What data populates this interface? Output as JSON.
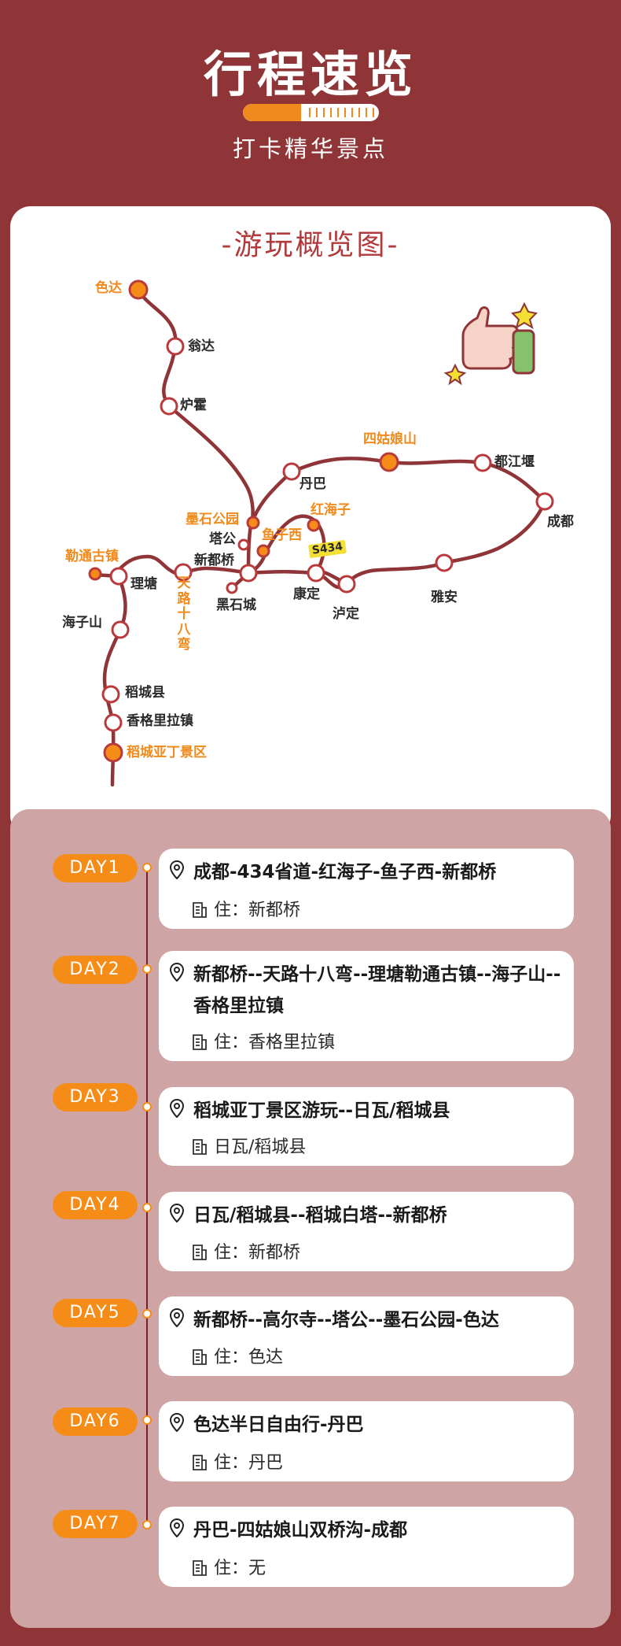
{
  "header": {
    "title": "行程速览",
    "subtitle": "打卡精华景点"
  },
  "map": {
    "title": "-游玩概览图-",
    "road_badge": "S434",
    "places": {
      "seda": "色达",
      "wengda": "翁达",
      "luhuo": "炉霍",
      "siguniang": "四姑娘山",
      "dujiangyan": "都江堰",
      "chengdu": "成都",
      "danba": "丹巴",
      "moshi_park": "墨石公园",
      "honghaizi": "红海子",
      "tagong": "塔公",
      "yuzixi": "鱼子西",
      "xinduqiao": "新都桥",
      "heishicheng": "黑石城",
      "kangding": "康定",
      "luding": "泸定",
      "yaan": "雅安",
      "letong": "勒通古镇",
      "litang": "理塘",
      "tianlu": "天路十八弯",
      "haizishan": "海子山",
      "daocheng": "稻城县",
      "shangrila": "香格里拉镇",
      "yading": "稻城亚丁景区"
    }
  },
  "itinerary": [
    {
      "day": "DAY1",
      "route": "成都-434省道-红海子-鱼子西-新都桥",
      "stay": "住：新都桥"
    },
    {
      "day": "DAY2",
      "route": "新都桥--天路十八弯--理塘勒通古镇--海子山--香格里拉镇",
      "stay": "住：香格里拉镇"
    },
    {
      "day": "DAY3",
      "route": "稻城亚丁景区游玩--日瓦/稻城县",
      "stay": "日瓦/稻城县"
    },
    {
      "day": "DAY4",
      "route": "日瓦/稻城县--稻城白塔--新都桥",
      "stay": "住：新都桥"
    },
    {
      "day": "DAY5",
      "route": "新都桥--高尔寺--塔公--墨石公园-色达",
      "stay": "住：色达"
    },
    {
      "day": "DAY6",
      "route": "色达半日自由行-丹巴",
      "stay": "住：丹巴"
    },
    {
      "day": "DAY7",
      "route": "丹巴-四姑娘山双桥沟-成都",
      "stay": "住：无"
    }
  ],
  "colors": {
    "background": "#8f3537",
    "accent_orange": "#f58c18",
    "route_line": "#8f3537",
    "itinerary_panel": "#cfa4a4"
  },
  "icons": {
    "thumbs_up": "thumbs-up-icon",
    "location": "location-pin-icon",
    "lodging": "document-icon"
  }
}
